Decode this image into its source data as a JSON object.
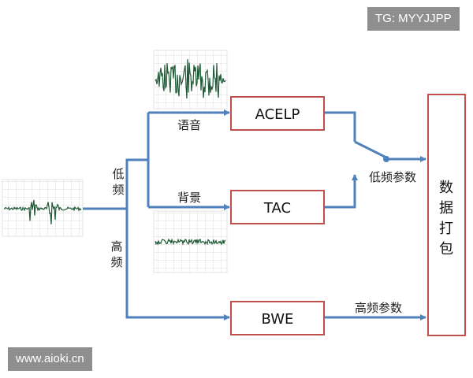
{
  "blocks": {
    "acelp": "ACELP",
    "tac": "TAC",
    "bwe": "BWE",
    "packing": [
      "数",
      "据",
      "打",
      "包"
    ]
  },
  "labels": {
    "speech": "语音",
    "background": "背景",
    "low_band": [
      "低",
      "频"
    ],
    "high_band": [
      "高",
      "频"
    ],
    "low_band_params": "低频参数",
    "high_band_params": "高频参数"
  },
  "watermarks": {
    "top_right": "TG: MYYJJPP",
    "bottom_left": "www.aioki.cn"
  },
  "colors": {
    "line": "#4f81bd",
    "block_border": "#c0504d",
    "waveform": "#1f5a36",
    "watermark_bg": "#8f8f8f"
  }
}
